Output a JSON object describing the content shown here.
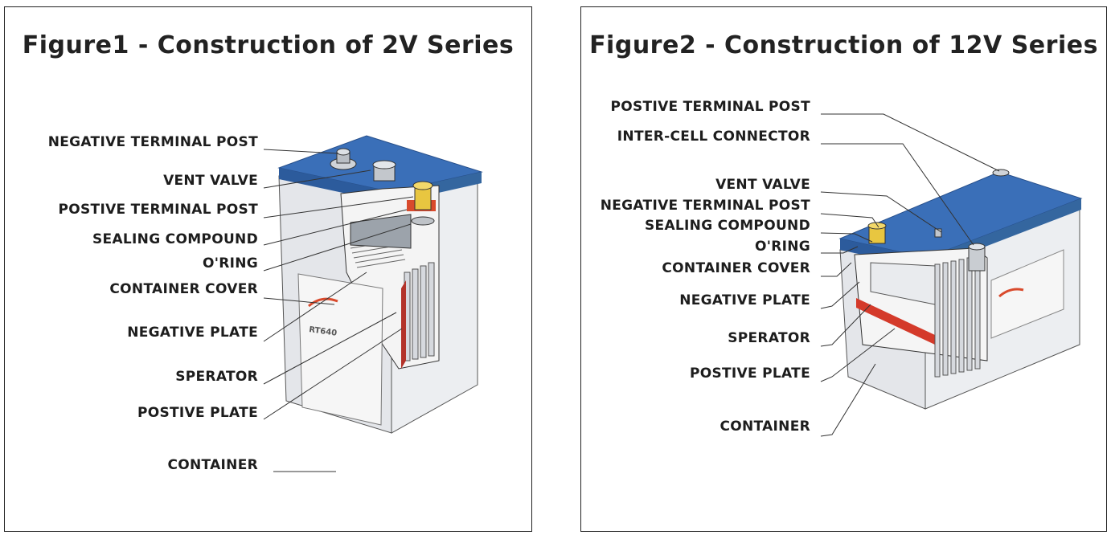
{
  "figure1": {
    "title": "Figure1 - Construction of 2V Series",
    "labels": {
      "negative_terminal_post": "NEGATIVE TERMINAL POST",
      "vent_valve": "VENT VALVE",
      "positive_terminal_post": "POSTIVE TERMINAL POST",
      "sealing_compound": "SEALING COMPOUND",
      "oring": "O'RING",
      "container_cover": "CONTAINER COVER",
      "negative_plate": "NEGATIVE PLATE",
      "separator": "SPERATOR",
      "positive_plate": "POSTIVE PLATE",
      "container": "CONTAINER"
    },
    "product_text": "RT640"
  },
  "figure2": {
    "title": "Figure2 - Construction of 12V Series",
    "labels": {
      "positive_terminal_post": "POSTIVE TERMINAL POST",
      "inter_cell_connector": "INTER-CELL CONNECTOR",
      "vent_valve": "VENT VALVE",
      "negative_terminal_post": "NEGATIVE TERMINAL POST",
      "sealing_compound": "SEALING COMPOUND",
      "oring": "O'RING",
      "container_cover": "CONTAINER COVER",
      "negative_plate": "NEGATIVE PLATE",
      "separator": "SPERATOR",
      "positive_plate": "POSTIVE PLATE",
      "container": "CONTAINER"
    }
  },
  "colors": {
    "cover_blue": "#3a6fb8",
    "container_gray": "#e6e8ec",
    "terminal_yellow": "#e8c640",
    "sealing_red": "#d94a2c",
    "outline": "#222222"
  }
}
